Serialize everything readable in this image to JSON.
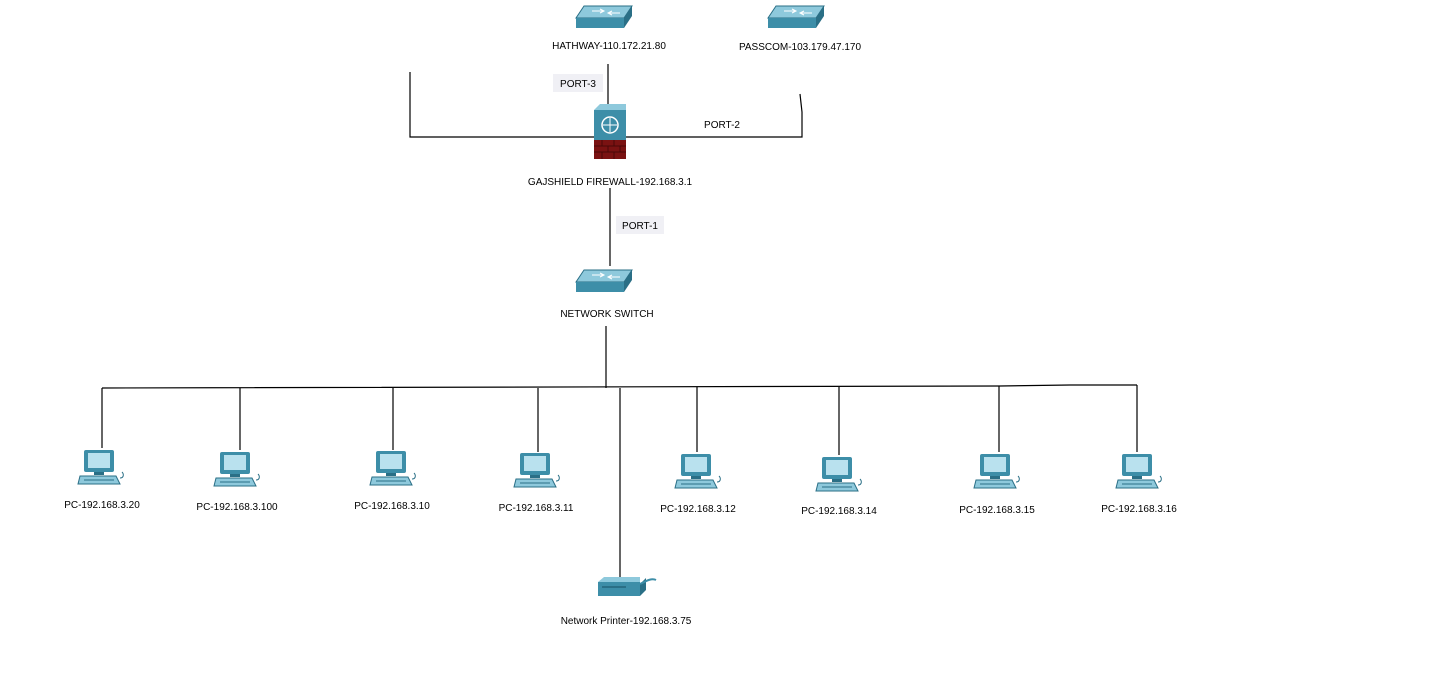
{
  "isp_routers": [
    {
      "label": "HATHWAY-110.172.21.80",
      "icon": "router-icon"
    },
    {
      "label": "PASSCOM-103.179.47.170",
      "icon": "router-icon"
    }
  ],
  "firewall": {
    "label": "GAJSHIELD FIREWALL-192.168.3.1",
    "icon": "firewall-icon"
  },
  "ports": {
    "port3": "PORT-3",
    "port2": "PORT-2",
    "port1": "PORT-1"
  },
  "switch": {
    "label": "NETWORK SWITCH",
    "icon": "switch-icon"
  },
  "pcs": [
    {
      "label": "PC-192.168.3.20"
    },
    {
      "label": "PC-192.168.3.100"
    },
    {
      "label": "PC-192.168.3.10"
    },
    {
      "label": "PC-192.168.3.11"
    },
    {
      "label": "PC-192.168.3.12"
    },
    {
      "label": "PC-192.168.3.14"
    },
    {
      "label": "PC-192.168.3.15"
    },
    {
      "label": "PC-192.168.3.16"
    }
  ],
  "printer": {
    "label": "Network Printer-192.168.3.75",
    "icon": "printer-icon"
  },
  "colors": {
    "device": "#3d8ea8",
    "device_dark": "#2a6f86",
    "device_light": "#8ec9dc",
    "firewall_brick": "#7a1212",
    "line": "#000000"
  }
}
